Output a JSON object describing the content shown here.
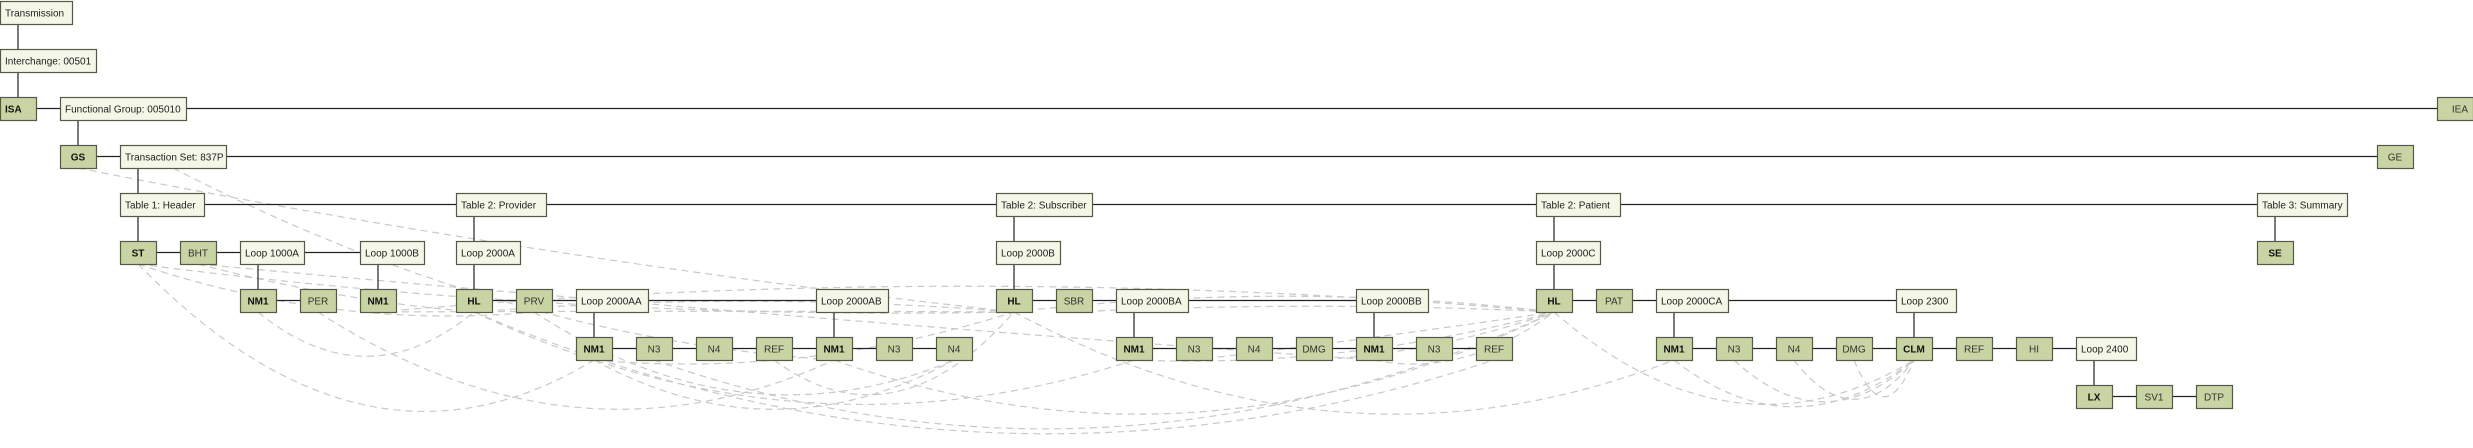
{
  "labels": {
    "transmission": "Transmission",
    "interchange": "Interchange: 00501",
    "isa": "ISA",
    "fg": "Functional Group: 005010",
    "iea": "IEA",
    "gs": "GS",
    "ts": "Transaction Set: 837P",
    "ge": "GE",
    "t1": "Table 1: Header",
    "t2p": "Table 2: Provider",
    "t2s": "Table 2: Subscriber",
    "t2pt": "Table 2: Patient",
    "t3": "Table 3: Summary",
    "st": "ST",
    "bht": "BHT",
    "l1000a": "Loop 1000A",
    "l1000b": "Loop 1000B",
    "nm1_1000a": "NM1",
    "per": "PER",
    "nm1_1000b": "NM1",
    "l2000a": "Loop 2000A",
    "hl_a": "HL",
    "prv": "PRV",
    "l2000aa": "Loop 2000AA",
    "l2000ab": "Loop 2000AB",
    "nm1_aa": "NM1",
    "n3_aa": "N3",
    "n4_aa": "N4",
    "ref_aa": "REF",
    "nm1_ab": "NM1",
    "n3_ab": "N3",
    "n4_ab": "N4",
    "l2000b": "Loop 2000B",
    "hl_b": "HL",
    "sbr": "SBR",
    "l2000ba": "Loop 2000BA",
    "l2000bb": "Loop 2000BB",
    "nm1_ba": "NM1",
    "n3_ba": "N3",
    "n4_ba": "N4",
    "dmg_ba": "DMG",
    "nm1_bb": "NM1",
    "n3_bb": "N3",
    "ref_bb": "REF",
    "l2000c": "Loop 2000C",
    "hl_c": "HL",
    "pat": "PAT",
    "l2000ca": "Loop 2000CA",
    "l2300": "Loop 2300",
    "nm1_ca": "NM1",
    "n3_ca": "N3",
    "n4_ca": "N4",
    "dmg_ca": "DMG",
    "clm": "CLM",
    "ref_2300": "REF",
    "hi": "HI",
    "l2400": "Loop 2400",
    "se": "SE",
    "lx": "LX",
    "sv1": "SV1",
    "dtp": "DTP"
  },
  "colors": {
    "loop_fill": "#f4f6e8",
    "segment_fill": "#c8d4a4",
    "border": "#555a44",
    "edge": "#222222",
    "dependency": "#c9c9c9"
  }
}
